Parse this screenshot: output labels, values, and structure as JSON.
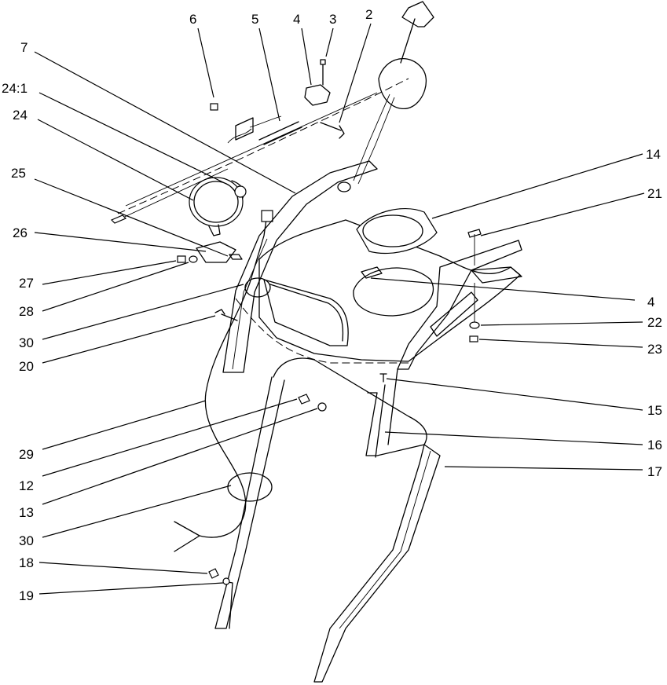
{
  "callouts": {
    "c6": "6",
    "c5": "5",
    "c4a": "4",
    "c3": "3",
    "c2": "2",
    "c7": "7",
    "c24_1": "24:1",
    "c24": "24",
    "c25": "25",
    "c26": "26",
    "c27": "27",
    "c28": "28",
    "c30a": "30",
    "c20": "20",
    "c29": "29",
    "c12": "12",
    "c13": "13",
    "c30b": "30",
    "c18": "18",
    "c19": "19",
    "c14": "14",
    "c21": "21",
    "c4b": "4",
    "c22": "22",
    "c23": "23",
    "c15": "15",
    "c16": "16",
    "c17": "17"
  }
}
